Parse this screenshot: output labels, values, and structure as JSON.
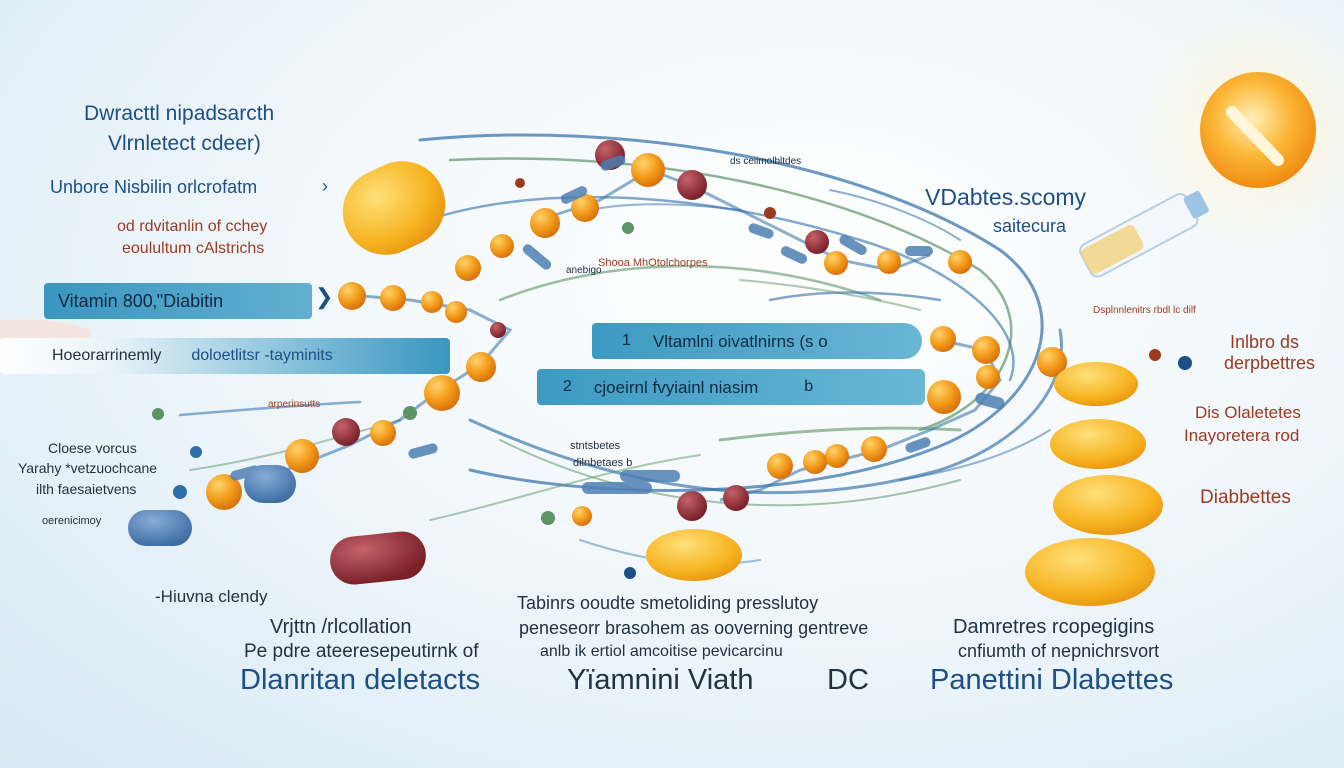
{
  "left": {
    "heading_1": "Dwracttl nipadsarcth",
    "heading_2": "Vlrnletect cdeer)",
    "line_3": "Unbore Nisbilin orlcrofatm",
    "line_4": "od rdvitanlin of cchey",
    "line_5": "eoulultum cAlstrichs",
    "banner_1": "Vitamin 800‚\"Diabitin",
    "banner_2_a": "Hoeorarrinemly",
    "banner_2_b": "doloetlitsr -tayminits",
    "note_1": "Cloese vorcus",
    "note_2": "Yarahy *vetzuochcane",
    "note_3": "ilth faesaietvens",
    "note_4": "oerenicimoy",
    "note_5": "-Hiuvna clendy"
  },
  "center": {
    "row_1_num": "1",
    "row_1_label": "Vltamlni oivatlnirns (s  o",
    "row_2_num": "2",
    "row_2_label": "cjoeirnl ḟvyiainl niasim",
    "row_2_end": "b",
    "tag_top": "ds ceiimolbltdes",
    "tag_mid": "Shooa MhOtolchorpes",
    "tag_left_1": "arperinsutts",
    "tag_left_2": "anebigo",
    "tag_low_1": "stntsbetes",
    "tag_low_2": "dilnbetaes b"
  },
  "right": {
    "title_1": "VDabtes.scomy",
    "title_2": "saitecura",
    "tag_vial": "Dsplnnlenitrs rbdl lc dilf",
    "label_1a": "Inlbro ds",
    "label_1b": "derpbettres",
    "label_2a": "Dis Olaletetes",
    "label_2b": "Inayoretera rod",
    "label_3": "Diabbettes"
  },
  "bottom": {
    "left_1": "Vrjttn /rlcollation",
    "left_2": "Pe pdre ateeresepeutirnk of",
    "left_3": "Dlanritan deletacts",
    "center_1": "Tabinrs ooudte smetoliding presslutoy",
    "center_2": "peneseorr brasohem as ooverning gentreve",
    "center_3": "anlb ik ertiol amcoitise pevicarcinu",
    "center_4": "Yïamnini Viath",
    "center_5": "DC",
    "right_1": "Damretres rcopegigins",
    "right_2": "cnfiumth of nepnichrsvort",
    "right_3": "Panettini  Dlabettes"
  },
  "colors": {
    "navy": "#1d4f86",
    "banner": "#3c98bf",
    "orange": "#f2a11f",
    "capsule": "#f7b733",
    "maroon": "#8e2b33",
    "blue_pill": "#4d7fb3",
    "green_line": "#5c9466",
    "red_text": "#9b3b22"
  }
}
